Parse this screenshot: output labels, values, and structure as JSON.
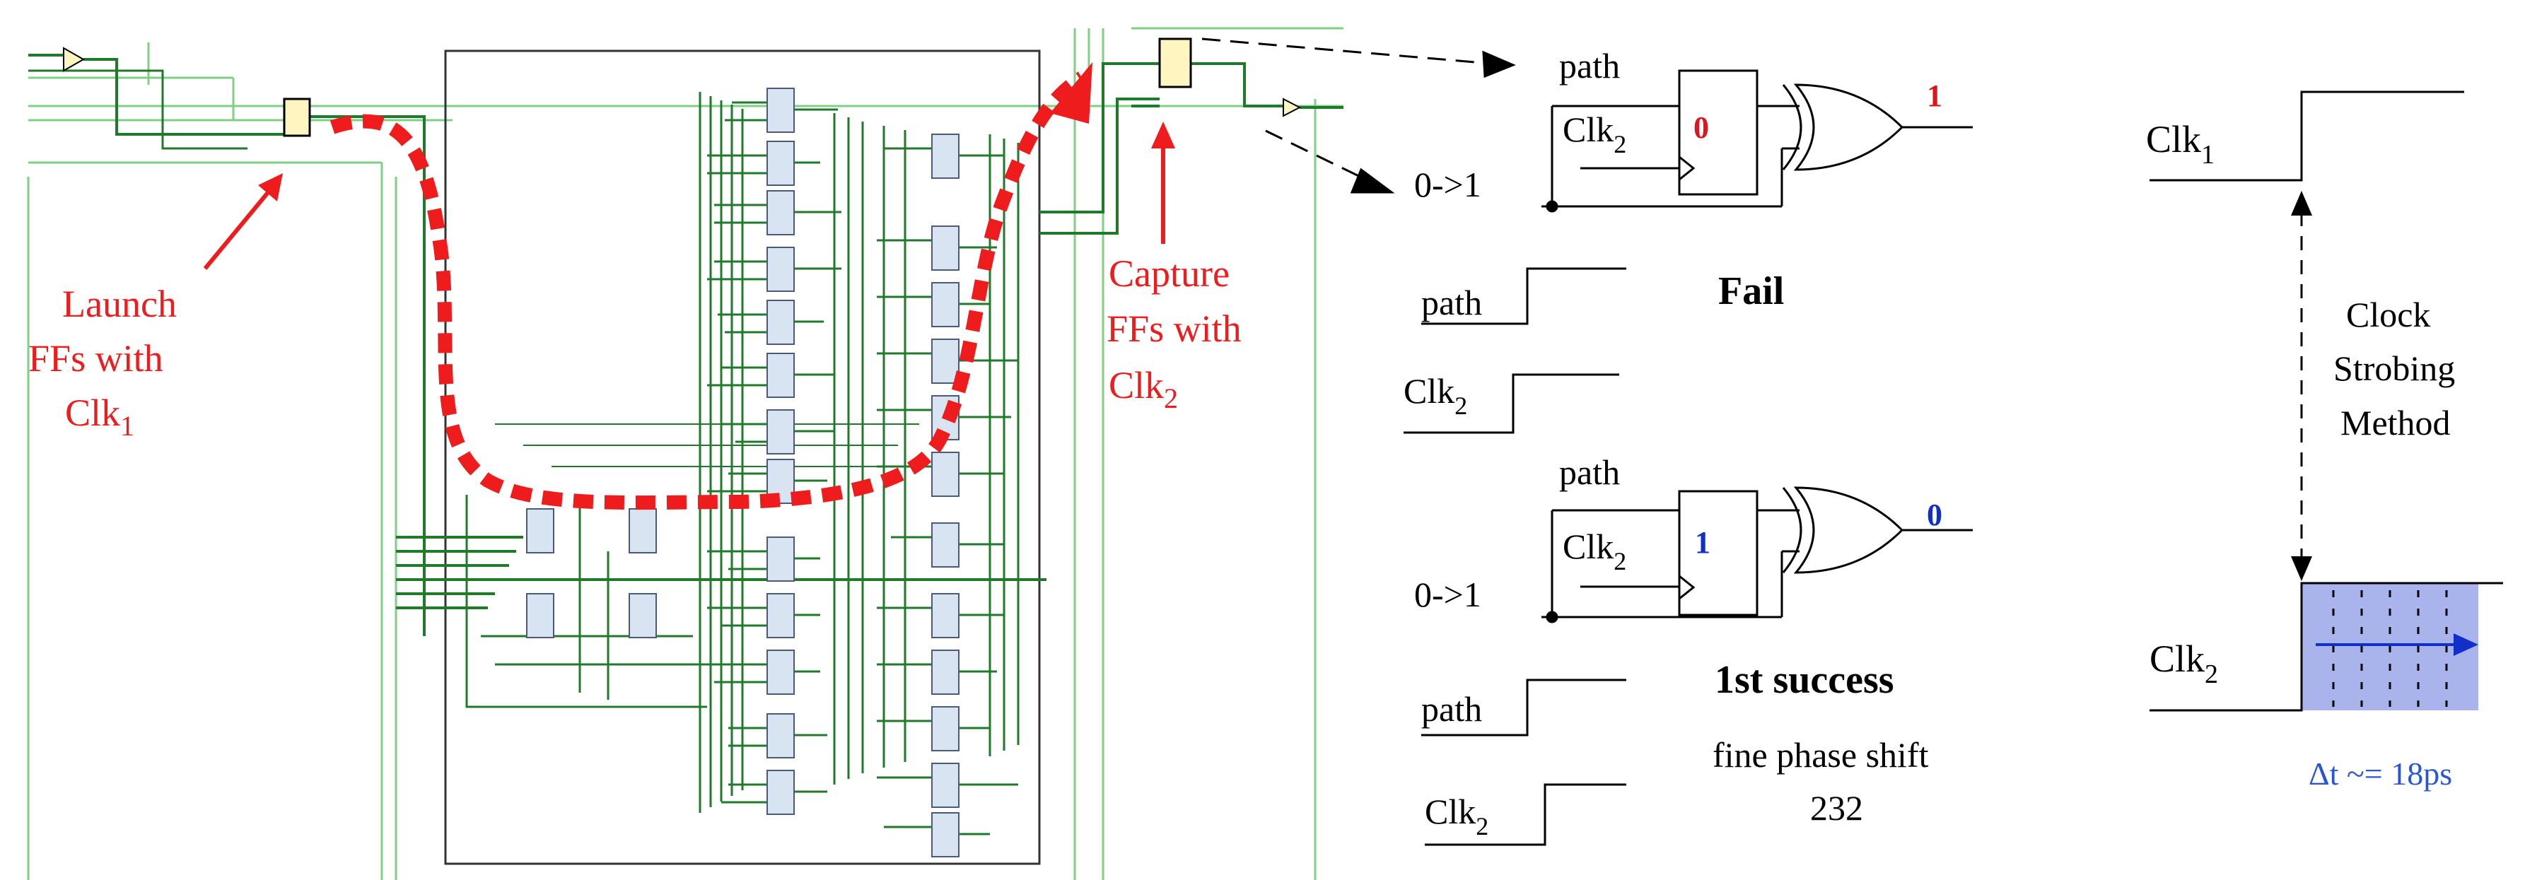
{
  "colors": {
    "wire_green": "#2f9a3a",
    "wire_dark": "#1f7a2a",
    "wire_light": "#7fcf86",
    "cell_fill": "#d8e4f2",
    "cell_stroke": "#4a5a78",
    "ff_fill": "#fff5c0",
    "annotation_red": "#ee1c1c",
    "value_red": "#e0141e",
    "value_blue": "#1030c8",
    "delta_blue": "#2a55d8",
    "strobe_fill": "#a9b4ec",
    "ink": "#000000"
  },
  "left_panel": {
    "launch_label": [
      "Launch",
      "FFs with",
      "Clk"
    ],
    "launch_sub": "1",
    "capture_label": [
      "Capture",
      "FFs with",
      "Clk"
    ],
    "capture_sub": "2"
  },
  "middle_panel": {
    "fail": {
      "path_label": "path",
      "input_label": "0->1",
      "clk_label": "Clk",
      "clk_sub": "2",
      "ff_value": "0",
      "xor_output": "1",
      "result": "Fail",
      "wave_path": "path",
      "wave_clk": "Clk",
      "wave_clk_sub": "2"
    },
    "success": {
      "path_label": "path",
      "input_label": "0->1",
      "clk_label": "Clk",
      "clk_sub": "2",
      "ff_value": "1",
      "xor_output": "0",
      "result": "1st success",
      "shift_line1": "fine phase shift",
      "shift_line2": "232",
      "wave_path": "path",
      "wave_clk": "Clk",
      "wave_clk_sub": "2"
    }
  },
  "right_panel": {
    "clk1_label": "Clk",
    "clk1_sub": "1",
    "method_lines": [
      "Clock",
      "Strobing",
      "Method"
    ],
    "clk2_label": "Clk",
    "clk2_sub": "2",
    "delta": "Δt ~= 18ps"
  }
}
